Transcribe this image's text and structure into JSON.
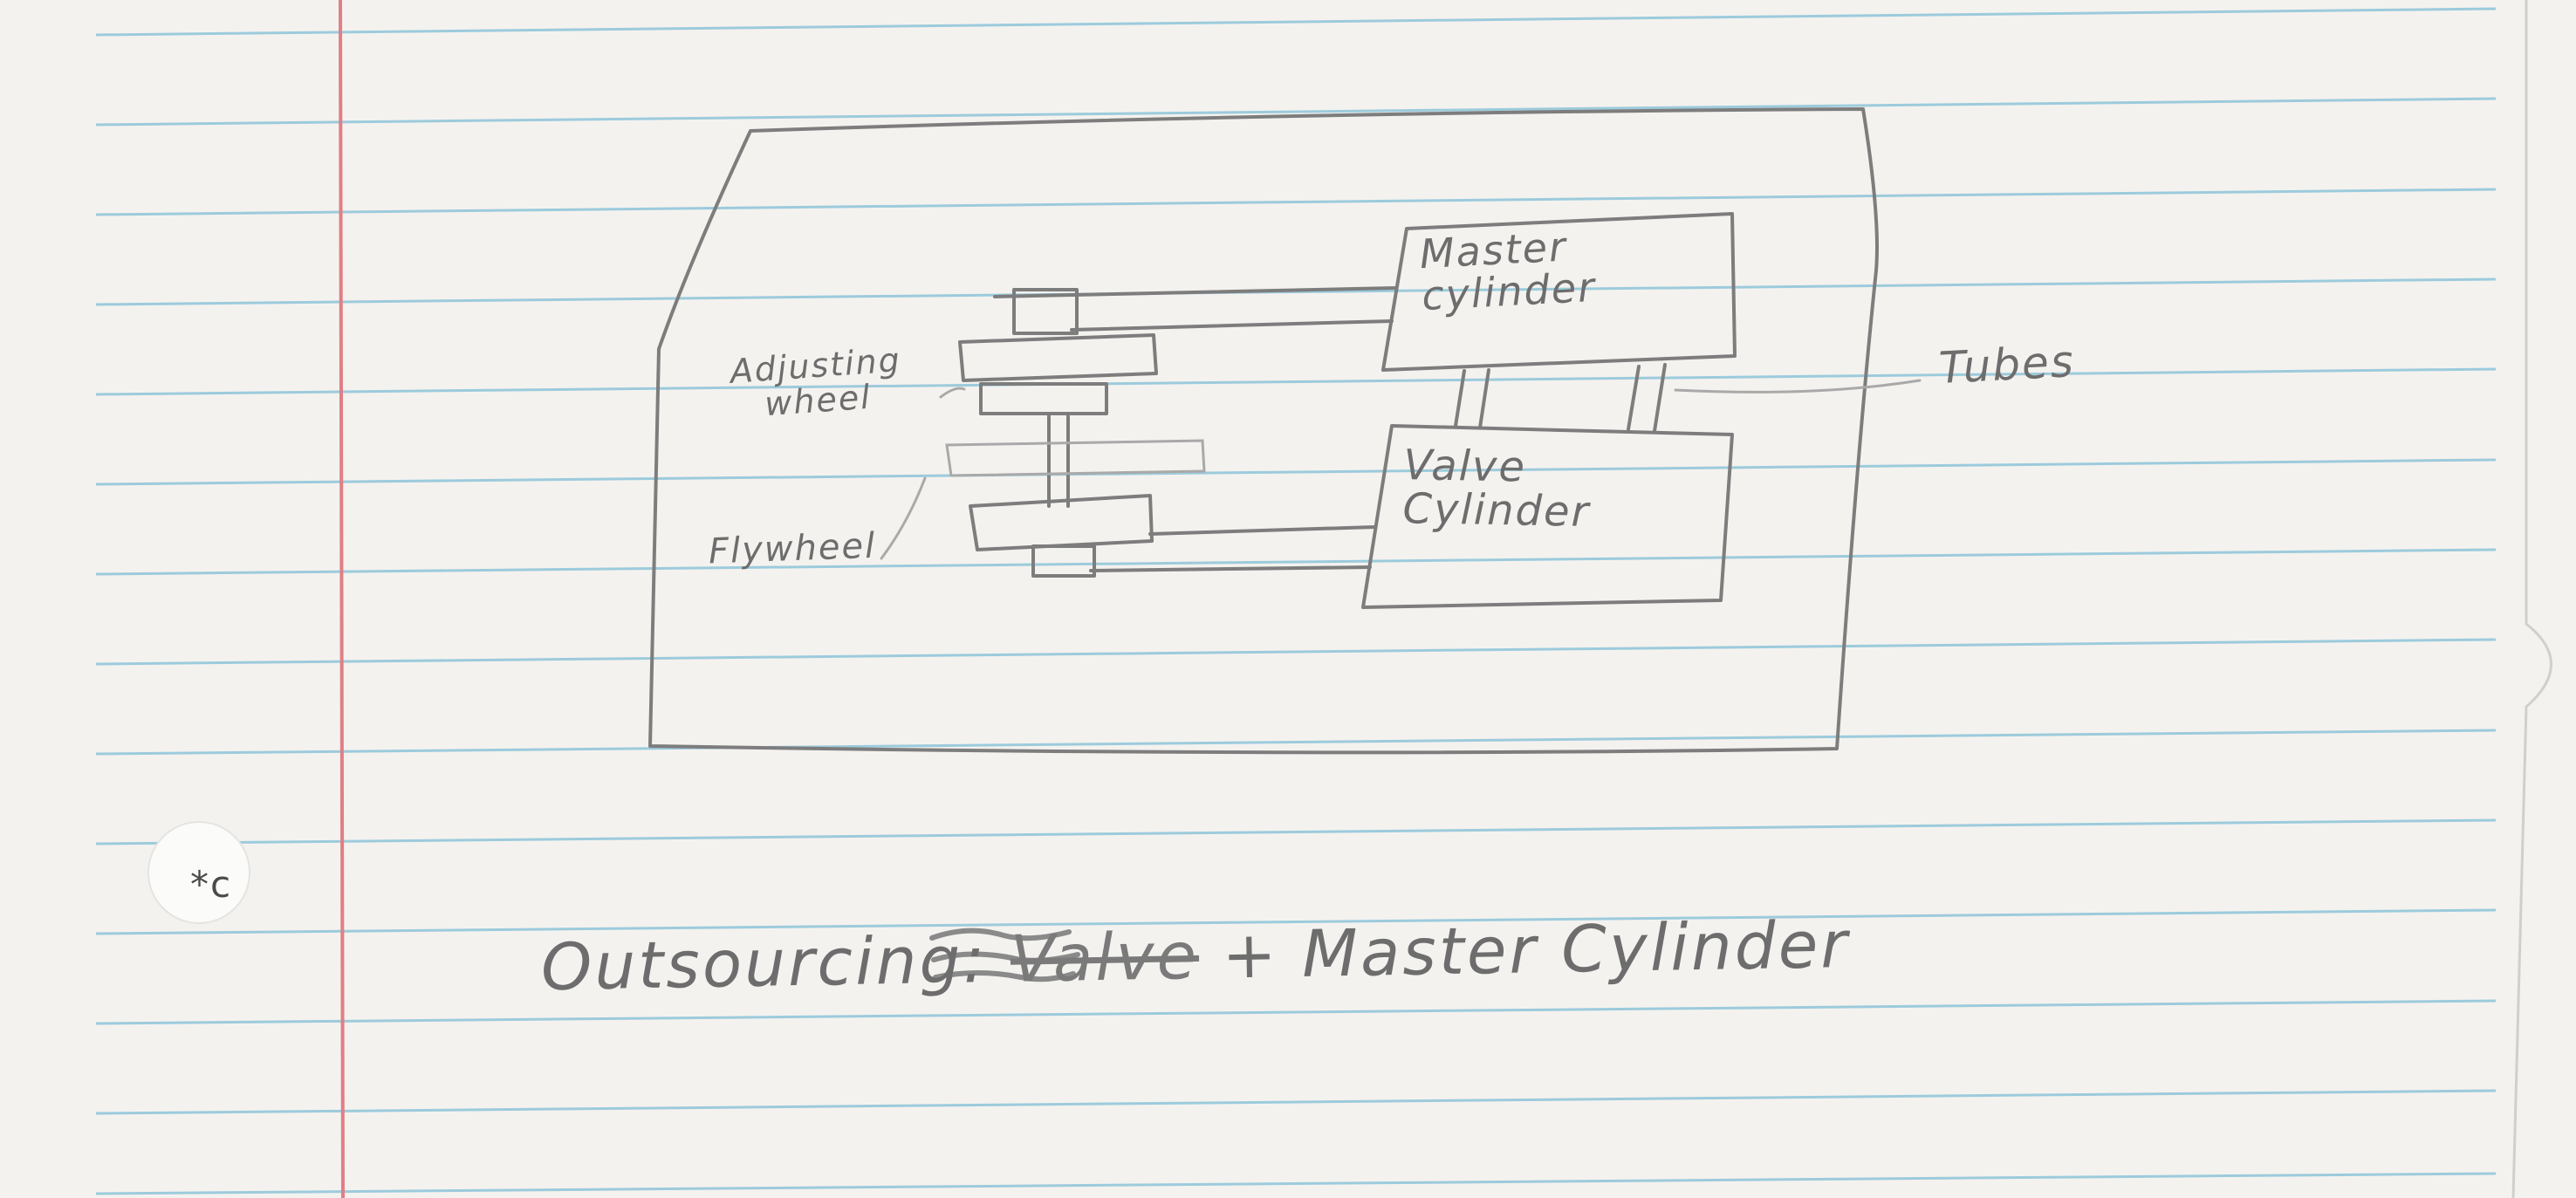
{
  "diagram": {
    "labels": {
      "master_cylinder": "Master\ncylinder",
      "valve_cylinder": "Valve\nCylinder",
      "tubes": "Tubes",
      "adjusting_wheel": "Adjusting\nwheel",
      "flywheel": "Flywheel"
    }
  },
  "margin_note": "*c",
  "footer": {
    "prefix": "Outsourcing:",
    "struck_word": "Valve",
    "suffix": "+ Master Cylinder"
  },
  "colors": {
    "paper": "#f4f2ef",
    "rule_line": "#9ccbdc",
    "margin_line": "#e07f85",
    "pencil": "#7d7d7d"
  }
}
